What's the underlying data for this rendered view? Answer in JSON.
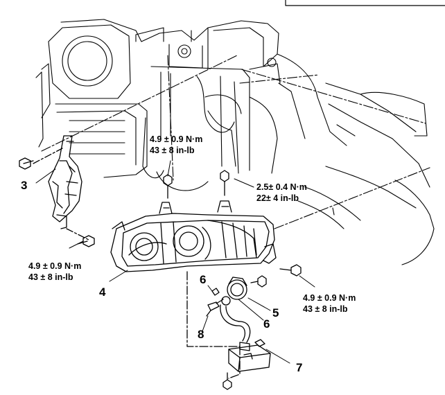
{
  "parts": {
    "p3": "3",
    "p4": "4",
    "p5": "5",
    "p6_upper": "6",
    "p6_lower": "6",
    "p7": "7",
    "p8": "8"
  },
  "torques": {
    "bracket_bolt": {
      "nm": "4.9 ± 0.9 N·m",
      "inlb": "43 ± 8 in-lb"
    },
    "upper_left": {
      "nm": "4.9 ± 0.9 N·m",
      "inlb": "43 ± 8 in-lb"
    },
    "upper_right": {
      "nm": "2.5± 0.4 N·m",
      "inlb": "22± 4 in-lb"
    },
    "right_side": {
      "nm": "4.9 ± 0.9 N·m",
      "inlb": "43 ± 8 in-lb"
    }
  },
  "colors": {
    "line": "#000000",
    "background": "#ffffff"
  },
  "icons": [
    "engine-compartment-drawing",
    "headlamp-assembly-drawing",
    "bolt-icon",
    "bulb-icon",
    "socket-icon",
    "ballast-icon"
  ]
}
